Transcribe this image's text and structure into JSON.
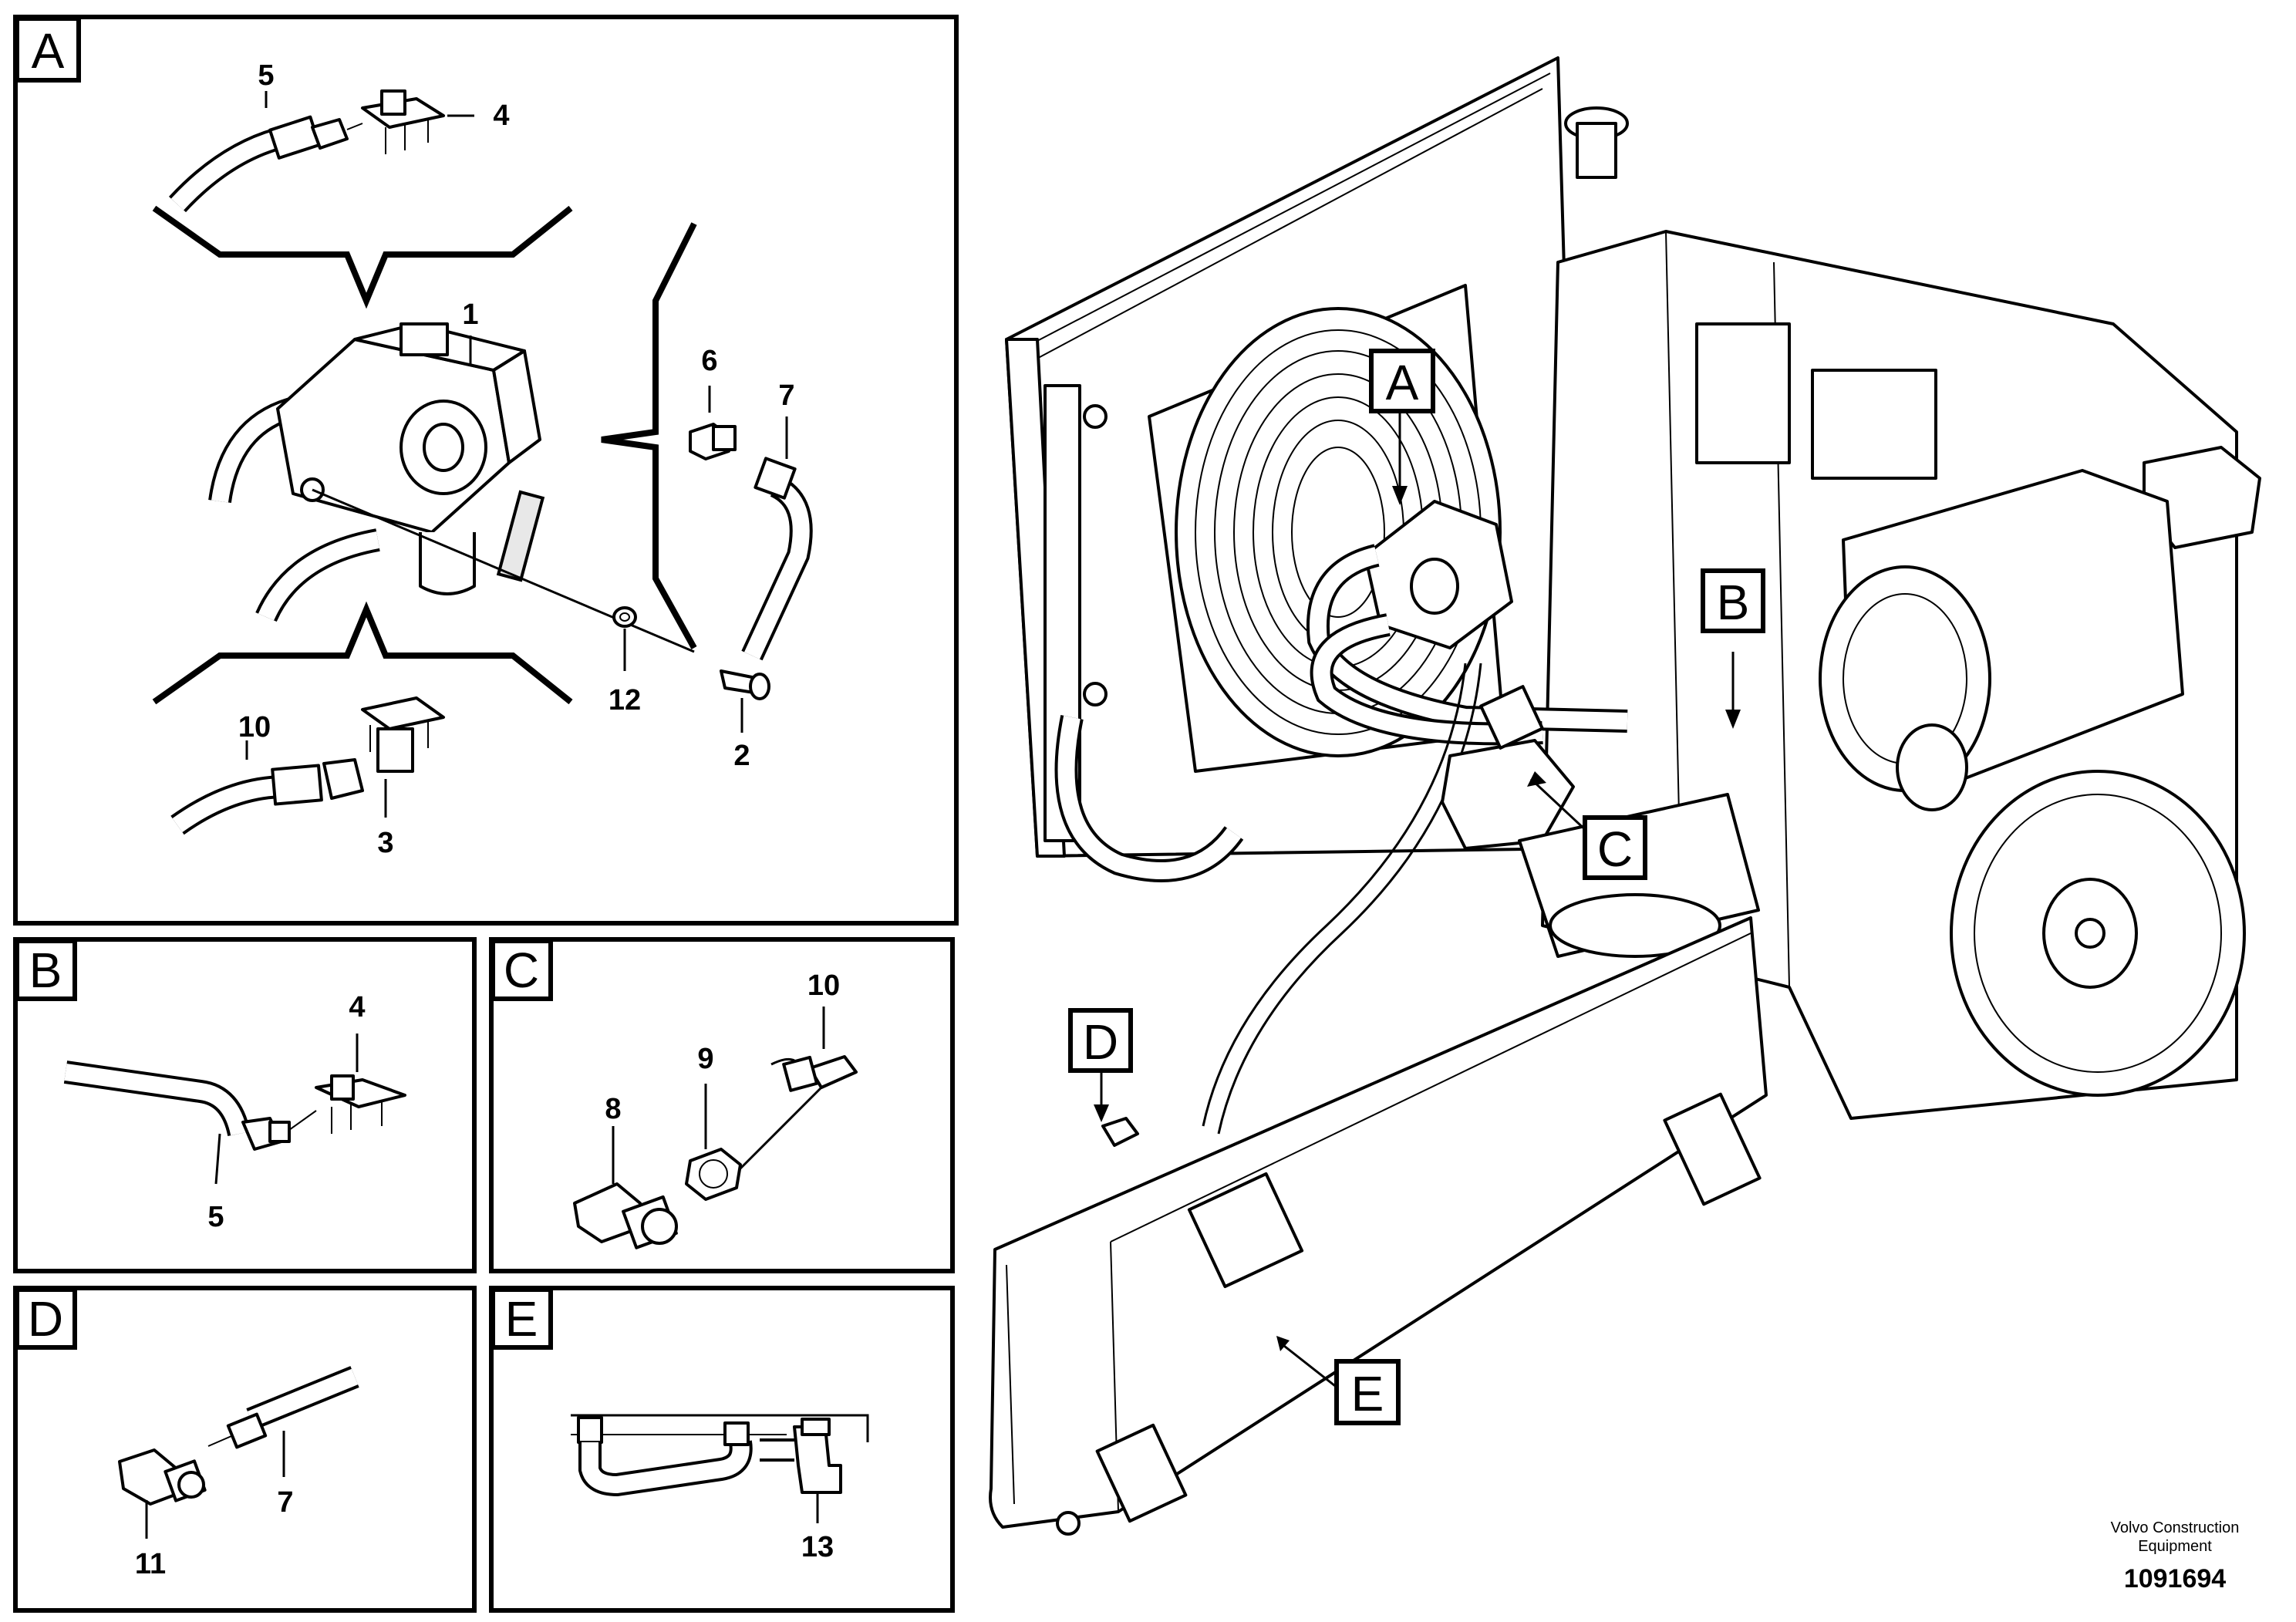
{
  "panels": {
    "A": "A",
    "B": "B",
    "C": "C",
    "D": "D",
    "E": "E"
  },
  "callouts": {
    "A": "A",
    "B": "B",
    "C": "C",
    "D": "D",
    "E": "E"
  },
  "part_numbers": {
    "n1": "1",
    "n2": "2",
    "n3": "3",
    "n4": "4",
    "n4b": "4",
    "n5": "5",
    "n5b": "5",
    "n6": "6",
    "n7": "7",
    "n7b": "7",
    "n8": "8",
    "n9": "9",
    "n10": "10",
    "n10b": "10",
    "n11": "11",
    "n12": "12",
    "n13": "13"
  },
  "footer": {
    "brand_line1": "Volvo Construction",
    "brand_line2": "Equipment",
    "drawing_number": "1091694"
  }
}
